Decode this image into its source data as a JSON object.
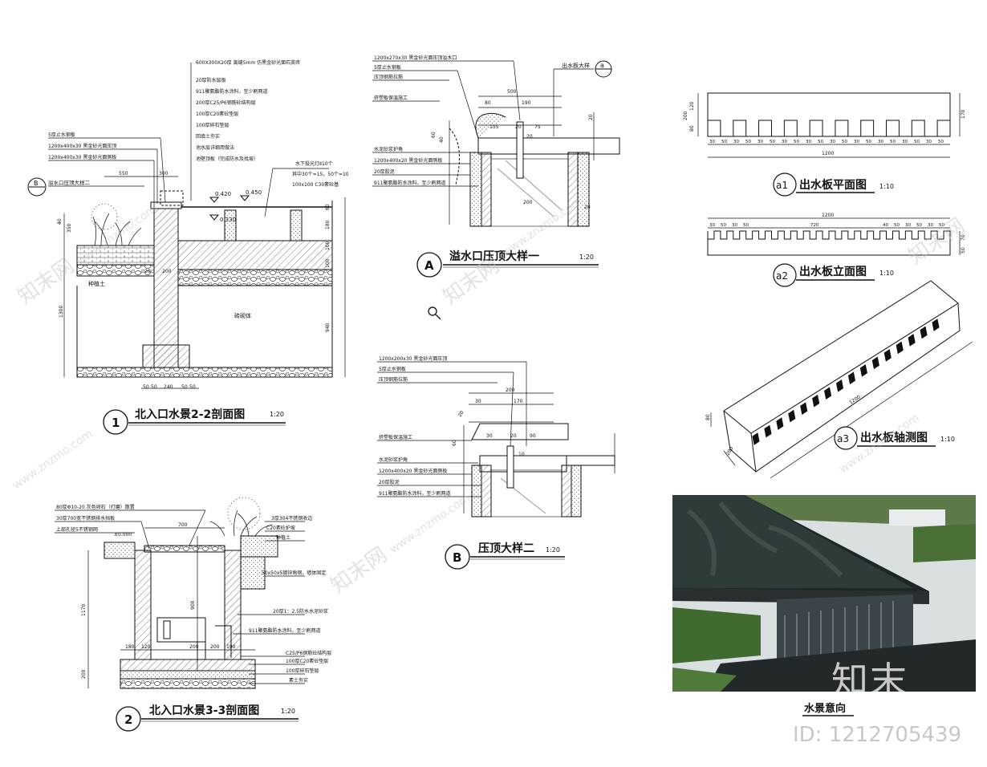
{
  "section1": {
    "marker": "B",
    "num": "1",
    "title": "北入口水景2-2剖面图",
    "scale": "1:20",
    "notes": [
      "600X300X20厚 离缝5mm 仿黑金砂光面石英砖",
      "20厚防水层板",
      "911聚氨酯防水涂料，至少刷两道",
      "200厚C25/P6钢筋砼结构层",
      "100厚C20素砼垫层",
      "100厚碎石垫层",
      "回填土夯实",
      "池水层详细用做法",
      "池壁顶板（完成防水及找坡）"
    ],
    "left_notes": [
      "5厚止水钢板",
      "1200x400x30 黑金砂光面压顶",
      "1200x400x30 黑金砂光面侧板"
    ],
    "overflow_label": "溢水口压顶大样二",
    "light_note": [
      "水下投光灯Ⅱ10个",
      "其中30个=15，50个=10",
      "100x100 C30素砼基"
    ],
    "elev": [
      "0.420",
      "0.450",
      "0.330"
    ],
    "dims": [
      "550",
      "300",
      "20",
      "200",
      "40",
      "1300",
      "350",
      "60",
      "180",
      "100",
      "100",
      "940",
      "50",
      "50",
      "240",
      "50",
      "50"
    ],
    "labels": [
      "种植土",
      "砖砌体"
    ]
  },
  "sectionA": {
    "marker": "A",
    "title": "溢水口压顶大样一",
    "scale": "1:20",
    "top_note": "1200x270x30 黑金砂光面压顶溢水口",
    "notes": [
      "5厚止水钢板",
      "压顶钢筋拉筋",
      "挤塑板保温施工"
    ],
    "notes_lower": [
      "水泥砂浆护角",
      "1200x400x20 黑金砂光面侧板",
      "20厚胶泥",
      "911聚氨酯防水涂料，至少刷两道"
    ],
    "tag_label": "出水板大样",
    "tag": "a",
    "dims": [
      "500",
      "80",
      "190",
      "155",
      "20",
      "75",
      "20",
      "200",
      "20",
      "60",
      "40",
      "20"
    ]
  },
  "sectionB": {
    "marker": "B",
    "title": "压顶大样二",
    "scale": "1:20",
    "notes": [
      "1200x200x30 黑金砂光面压顶",
      "5厚止水钢板",
      "压顶钢筋拉筋"
    ],
    "notes_lower": [
      "挤塑板保温施工",
      "水泥砂浆护角",
      "1200x400x20 黑金砂光面侧板",
      "20厚胶泥",
      "911聚氨酯防水涂料，至少刷两道"
    ],
    "dims": [
      "200",
      "30",
      "170",
      "20",
      "30",
      "20",
      "90",
      "10",
      "60"
    ]
  },
  "a1": {
    "tag": "a1",
    "title": "出水板平面图",
    "scale": "1:10",
    "dims": [
      "30",
      "50",
      "30",
      "50",
      "30",
      "50",
      "30",
      "50",
      "30",
      "50",
      "30",
      "50",
      "30",
      "50",
      "30",
      "50",
      "30",
      "50",
      "30",
      "50"
    ],
    "total": "1200",
    "side": [
      "120",
      "80",
      "200",
      "170"
    ]
  },
  "a2": {
    "tag": "a2",
    "title": "出水板立面图",
    "scale": "1:10",
    "dims": [
      "30",
      "50",
      "30",
      "50",
      "720",
      "40",
      "50",
      "30",
      "50",
      "30",
      "50"
    ],
    "total": "1200",
    "side": [
      "70",
      "50"
    ]
  },
  "a3": {
    "tag": "a3",
    "title": "出水板轴测图",
    "scale": "1:10",
    "dims": [
      "1200",
      "80",
      "200"
    ]
  },
  "section2": {
    "num": "2",
    "title": "北入口水景3-3剖面图",
    "scale": "1:20",
    "notes_left": [
      "80厚Φ10-20 灰色卵石（打磨）散置",
      "30厚700宽不锈钢排水挡板",
      "上部孔径5不锈钢网"
    ],
    "notes_right": [
      "3厚304不锈钢收边",
      "C20素砼护坡",
      "种植土",
      "50x50x5镀锌角钢，墙体固定",
      "20厚1：2.5防水水泥砂浆",
      "911聚氨酯防水涂料，至少刷两道",
      "C25/P6钢筋砼结构层",
      "100厚C20素砼垫层",
      "100厚碎石垫层",
      "素土夯实"
    ],
    "elev": "±0.000",
    "dims": [
      "700",
      "1170",
      "900",
      "200",
      "180",
      "120",
      "200",
      "100",
      "200"
    ]
  },
  "photo": {
    "caption": "水景意向"
  },
  "watermark": {
    "logo": "知末",
    "id": "ID: 1212705439",
    "site": "www.znzmo.com",
    "brand": "知末网"
  },
  "colors": {
    "ink": "#111111",
    "hatch": "#555555",
    "watermark": "#bfbfbf"
  }
}
